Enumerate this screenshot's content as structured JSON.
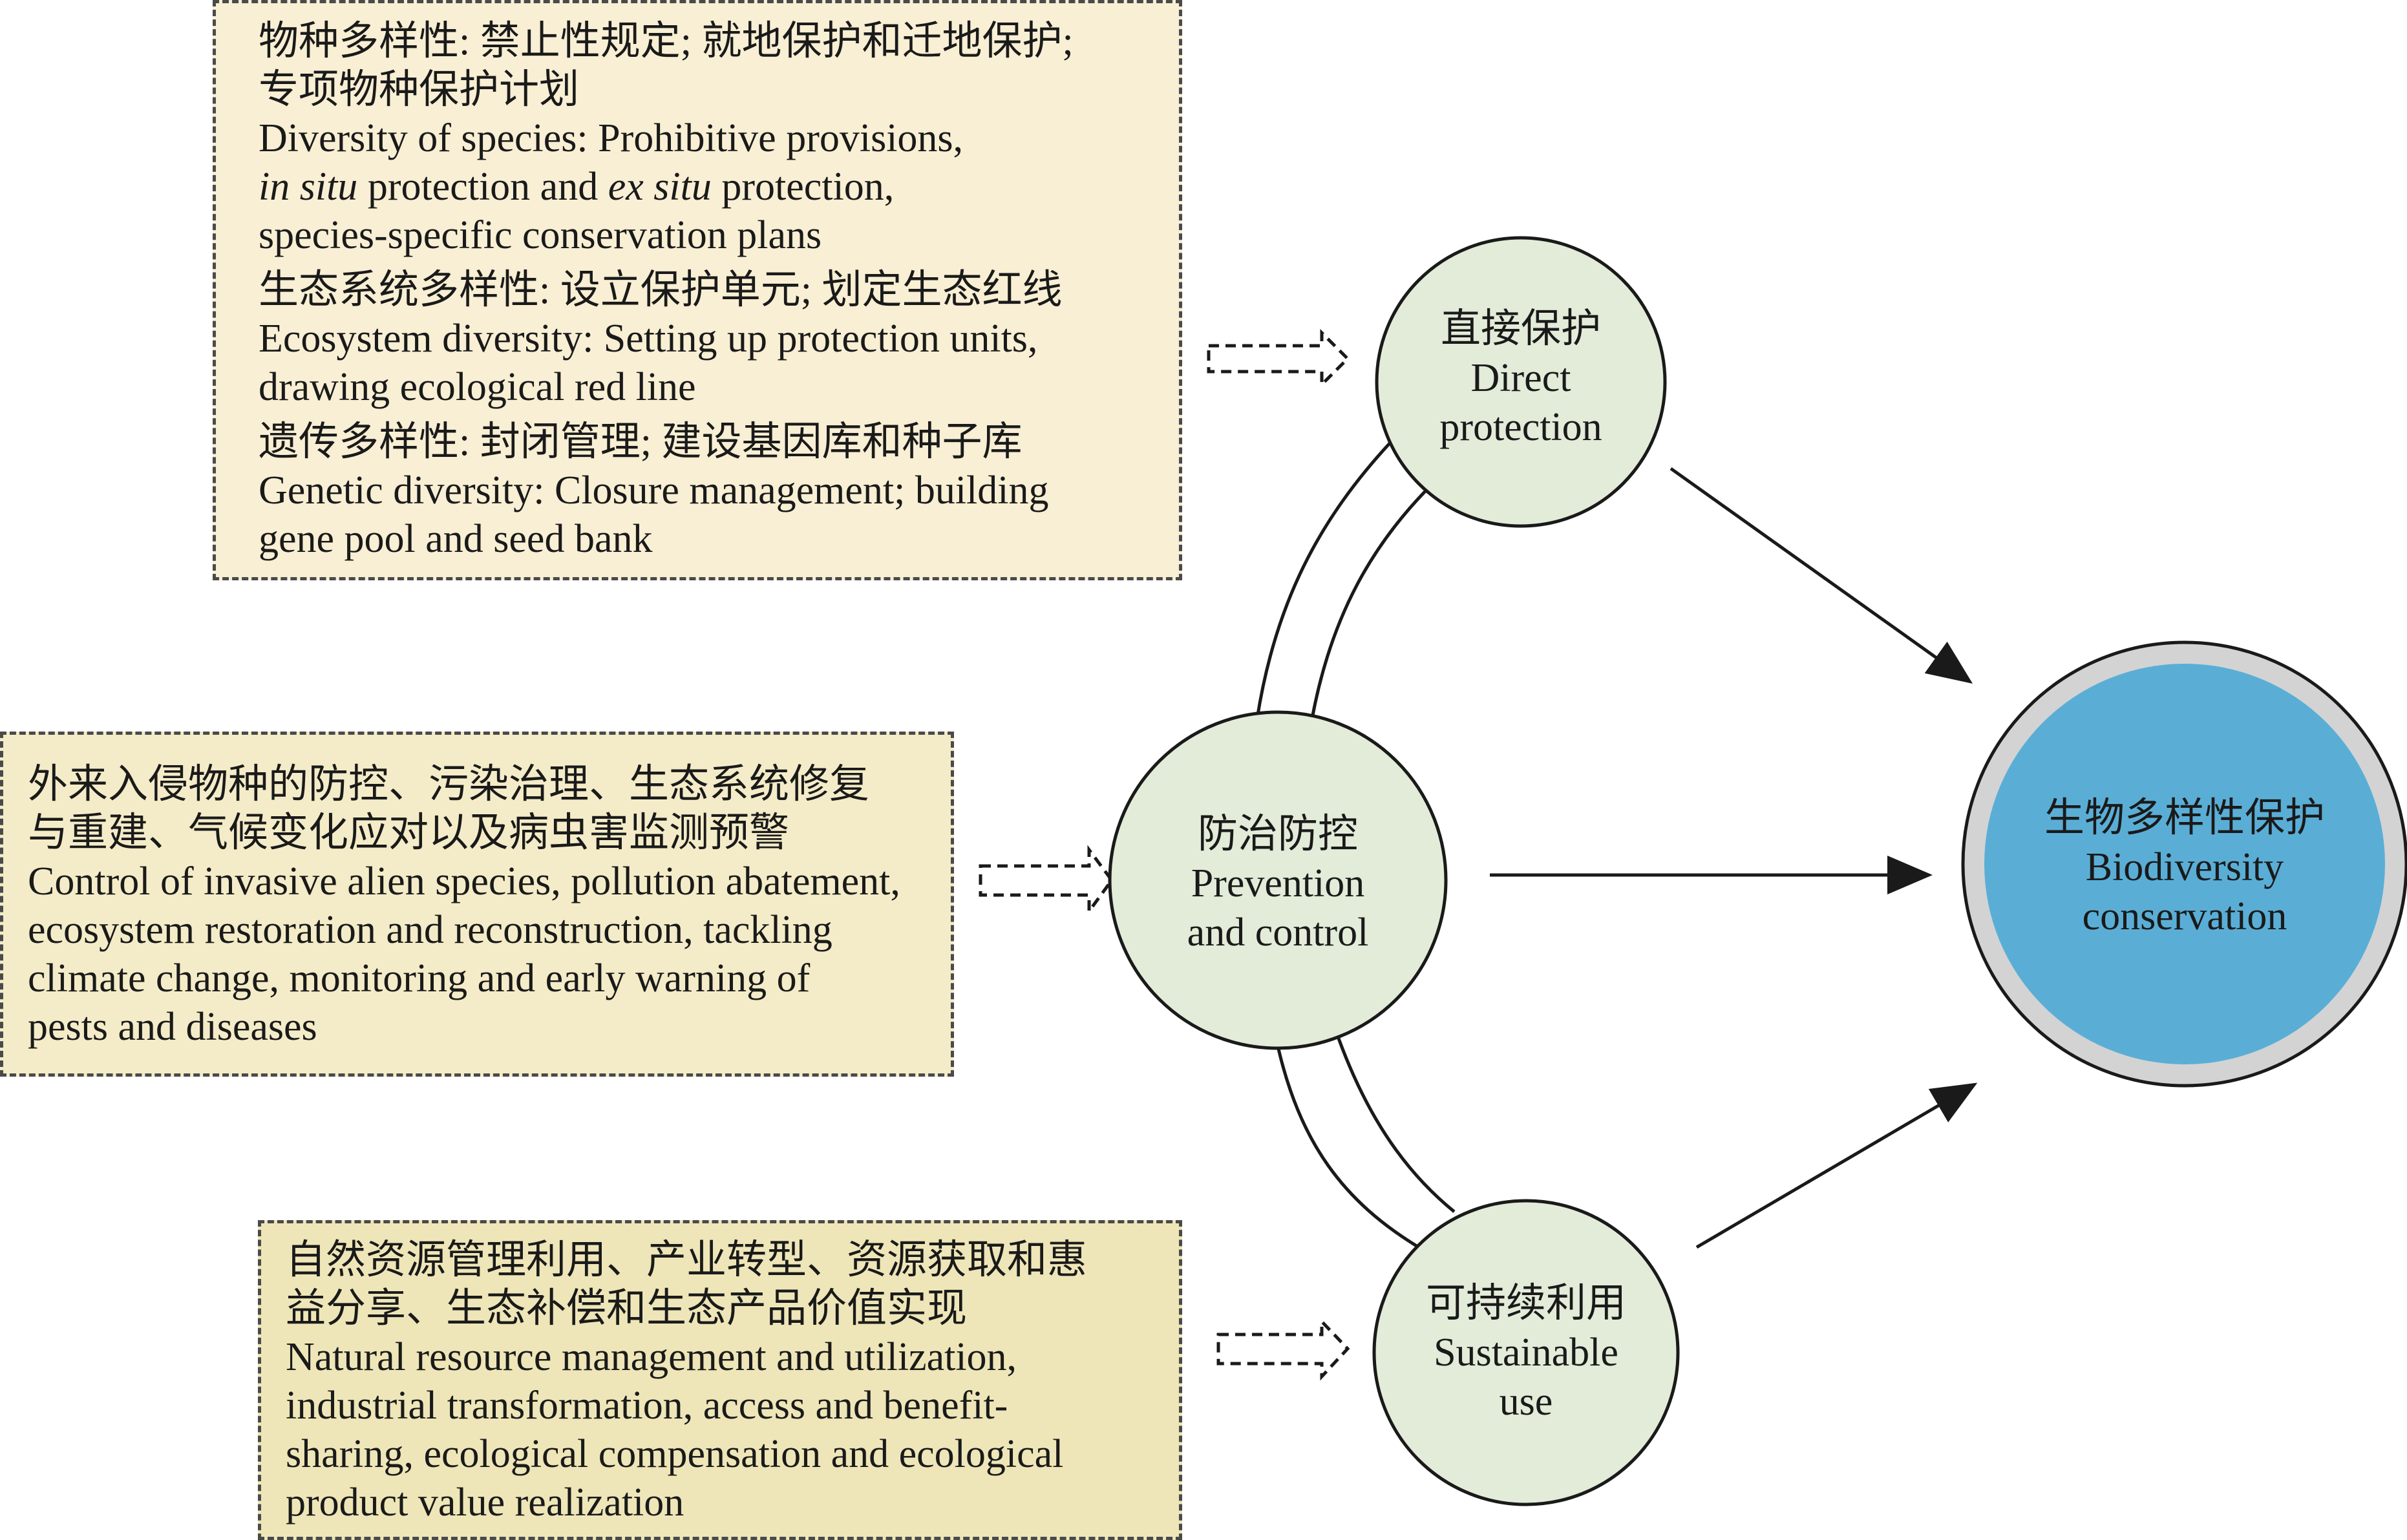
{
  "colors": {
    "box_top_fill": "#f8efd4",
    "box_mid_fill": "#f4ecc8",
    "box_bottom_fill": "#eee6b8",
    "node_fill": "#e2ecd9",
    "center_fill": "#5aaed6",
    "center_ring": "#d3d3d3",
    "stroke": "#1a1a1a"
  },
  "boxes": {
    "direct": {
      "species_zh": "物种多样性: 禁止性规定; 就地保护和迁地保护;",
      "species_zh_2": "专项物种保护计划",
      "species_en_1": "Diversity of species: Prohibitive provisions,",
      "species_en_2a": "in situ",
      "species_en_2b": " protection and ",
      "species_en_2c": "ex situ",
      "species_en_2d": " protection,",
      "species_en_3": "species-specific conservation plans",
      "ecosystem_zh": "生态系统多样性: 设立保护单元; 划定生态红线",
      "ecosystem_en_1": "Ecosystem diversity: Setting up protection units,",
      "ecosystem_en_2": "drawing ecological red line",
      "genetic_zh": "遗传多样性: 封闭管理; 建设基因库和种子库",
      "genetic_en_1": "Genetic diversity: Closure management; building",
      "genetic_en_2": "gene pool and seed bank"
    },
    "prevention": {
      "zh_1": "外来入侵物种的防控、污染治理、生态系统修复",
      "zh_2": "与重建、气候变化应对以及病虫害监测预警",
      "en_1": "Control of invasive alien species, pollution abatement,",
      "en_2": "ecosystem restoration and reconstruction, tackling",
      "en_3": "climate change, monitoring and early warning of",
      "en_4": "pests and diseases"
    },
    "sustainable": {
      "zh_1": "自然资源管理利用、产业转型、资源获取和惠",
      "zh_2": "益分享、生态补偿和生态产品价值实现",
      "en_1": "Natural resource management and utilization,",
      "en_2": "industrial transformation, access and benefit-",
      "en_3": "sharing, ecological compensation and ecological",
      "en_4": "product value realization"
    }
  },
  "nodes": {
    "direct": {
      "zh": "直接保护",
      "en_1": "Direct",
      "en_2": "protection"
    },
    "prevention": {
      "zh": "防治防控",
      "en_1": "Prevention",
      "en_2": "and control"
    },
    "sustainable": {
      "zh": "可持续利用",
      "en_1": "Sustainable",
      "en_2": "use"
    },
    "center": {
      "zh": "生物多样性保护",
      "en_1": "Biodiversity",
      "en_2": "conservation"
    }
  }
}
